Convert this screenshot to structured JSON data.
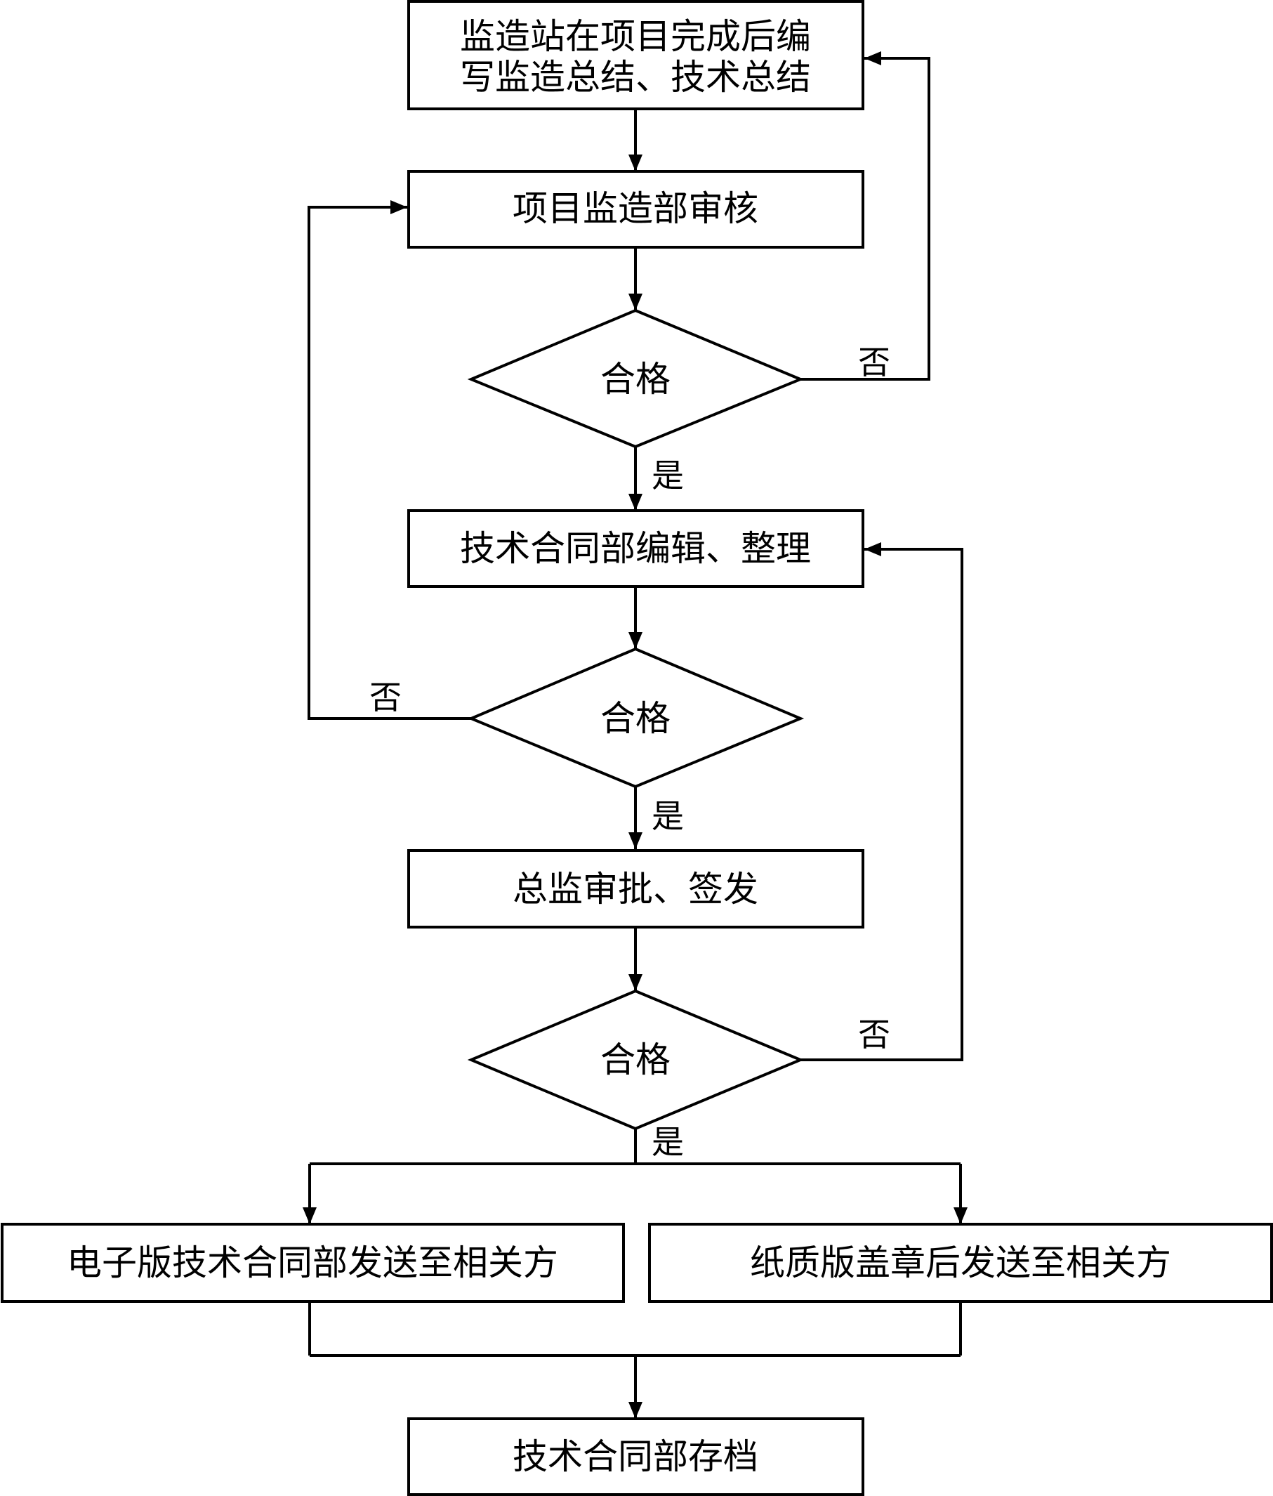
{
  "diagram": {
    "steps": {
      "start_line1": "监造站在项目完成后编",
      "start_line2": "写监造总结、技术总结",
      "review": "项目监造部审核",
      "edit": "技术合同部编辑、整理",
      "approve": "总监审批、签发",
      "electronic": "电子版技术合同部发送至相关方",
      "paper": "纸质版盖章后发送至相关方",
      "archive": "技术合同部存档"
    },
    "decisions": {
      "d1": "合格",
      "d2": "合格",
      "d3": "合格"
    },
    "edge_labels": {
      "d1_no": "否",
      "d1_yes": "是",
      "d2_no": "否",
      "d2_yes": "是",
      "d3_no": "否",
      "d3_yes": "是"
    }
  }
}
